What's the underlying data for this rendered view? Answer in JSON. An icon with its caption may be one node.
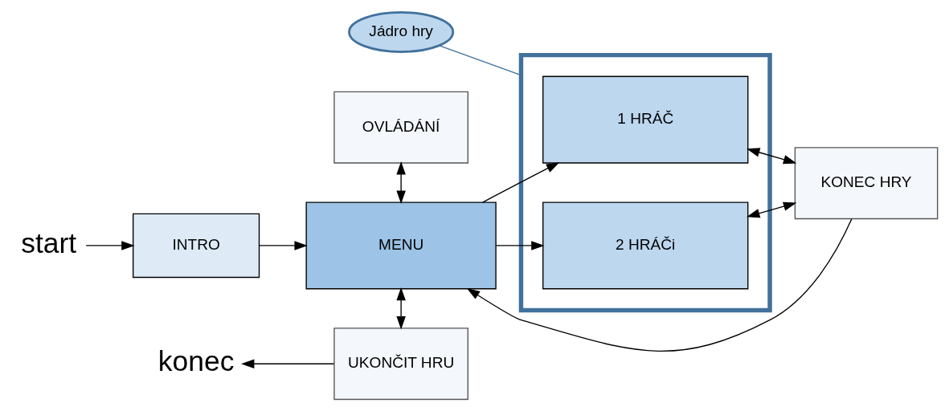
{
  "diagram": {
    "nodes": [
      {
        "text": [
          "start"
        ]
      },
      {
        "text": [
          "INTRO"
        ]
      },
      {
        "text": [
          "MENU"
        ]
      },
      {
        "text": [
          "OVLÁDÁNÍ"
        ]
      },
      {
        "text": [
          "UKONČIT HRU"
        ]
      },
      {
        "text": [
          "konec"
        ]
      },
      {
        "text": [
          "Jádro hry"
        ]
      },
      {
        "text": [],
        "shape": "box"
      },
      {
        "text": [
          "1 HRÁČ"
        ],
        "in": 7
      },
      {
        "text": [
          "2 HRÁČi"
        ],
        "in": 7
      },
      {
        "text": [
          "KONEC HRY"
        ]
      }
    ],
    "edges": [
      {
        "from": 0,
        "to": 1,
        "arrow": "to"
      },
      {
        "from": 1,
        "to": 2,
        "arrow": "to"
      },
      {
        "from": 3,
        "to": 2,
        "arrow": "both"
      },
      {
        "from": 2,
        "to": 4,
        "arrow": "both"
      },
      {
        "from": 4,
        "to": 5,
        "arrow": "to"
      },
      {
        "from": 2,
        "to": 8,
        "arrow": "to"
      },
      {
        "from": 2,
        "to": 9,
        "arrow": "to"
      },
      {
        "from": 6,
        "to": 7,
        "arrow": "none",
        "color": "#41719c"
      },
      {
        "from": 10,
        "to": 8,
        "arrow": "both"
      },
      {
        "from": 10,
        "to": 9,
        "arrow": "both"
      },
      {
        "from": 10,
        "to": 2,
        "arrow": "to"
      }
    ]
  }
}
